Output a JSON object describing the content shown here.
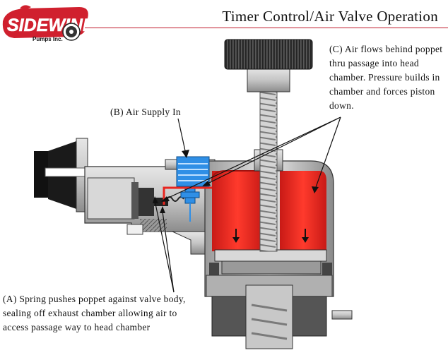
{
  "header": {
    "title": "Timer Control/Air Valve Operation",
    "logo_brand": "SIDEWINDER",
    "logo_sub": "Pumps Inc."
  },
  "annotations": {
    "a": "(A) Spring pushes poppet against valve body, sealing off exhaust chamber allowing air to access passage way to head chamber",
    "b": "(B) Air Supply In",
    "c": "(C) Air flows behind poppet thru passage into head chamber. Pressure builds in chamber and forces piston down."
  },
  "colors": {
    "brand_red": "#d0202e",
    "chamber_red": "#e8251f",
    "air_blue": "#2f8fe6",
    "body_gray": "#bdbdbd"
  }
}
